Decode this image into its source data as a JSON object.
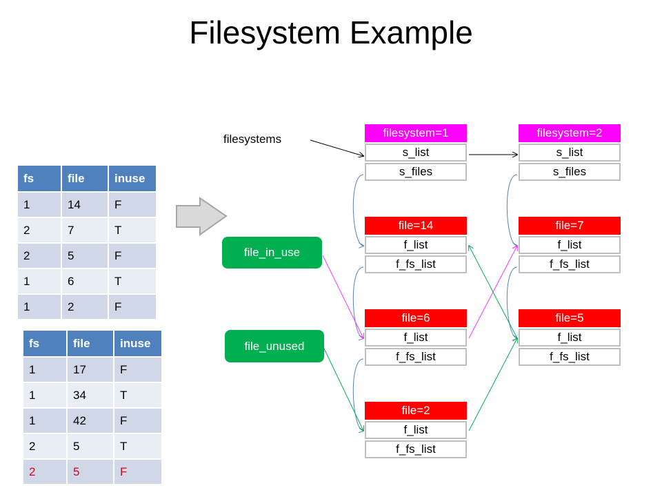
{
  "title": "Filesystem Example",
  "table1": {
    "headers": [
      "fs",
      "file",
      "inuse"
    ],
    "rows": [
      [
        "1",
        "14",
        "F"
      ],
      [
        "2",
        "7",
        "T"
      ],
      [
        "2",
        "5",
        "F"
      ],
      [
        "1",
        "6",
        "T"
      ],
      [
        "1",
        "2",
        "F"
      ]
    ]
  },
  "table2": {
    "headers": [
      "fs",
      "file",
      "inuse"
    ],
    "rows": [
      [
        "1",
        "17",
        "F"
      ],
      [
        "1",
        "34",
        "T"
      ],
      [
        "1",
        "42",
        "F"
      ],
      [
        "2",
        "5",
        "T"
      ],
      [
        "2",
        "5",
        "F"
      ]
    ],
    "highlight_row_color": "#e0001b"
  },
  "labels": {
    "filesystems": "filesystems",
    "file_in_use": "file_in_use",
    "file_unused": "file_unused"
  },
  "nodes": {
    "fs1": {
      "header": "filesystem=1",
      "fields": [
        "s_list",
        "s_files"
      ]
    },
    "fs2": {
      "header": "filesystem=2",
      "fields": [
        "s_list",
        "s_files"
      ]
    },
    "f14": {
      "header": "file=14",
      "fields": [
        "f_list",
        "f_fs_list"
      ]
    },
    "f7": {
      "header": "file=7",
      "fields": [
        "f_list",
        "f_fs_list"
      ]
    },
    "f6": {
      "header": "file=6",
      "fields": [
        "f_list",
        "f_fs_list"
      ]
    },
    "f5": {
      "header": "file=5",
      "fields": [
        "f_list",
        "f_fs_list"
      ]
    },
    "f2": {
      "header": "file=2",
      "fields": [
        "f_list",
        "f_fs_list"
      ]
    }
  },
  "colors": {
    "filesystem_header": "#ff00ff",
    "file_header": "#ff0000",
    "pill": "#00b050",
    "in_use_link": "#ff33ff",
    "unused_link": "#00b050",
    "fs_link": "#4f81bd",
    "table_header": "#4f81bd"
  }
}
